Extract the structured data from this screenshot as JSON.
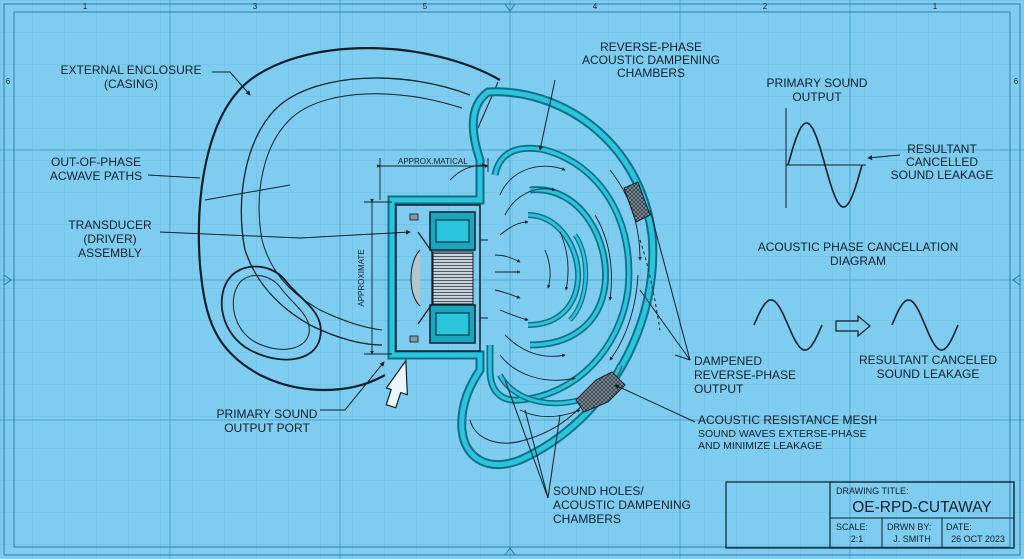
{
  "labels": {
    "external_enclosure": [
      "EXTERNAL ENCLOSURE",
      "(CASING)"
    ],
    "out_of_phase": [
      "OUT-OF-PHASE",
      "ACWAVE PATHS"
    ],
    "transducer": [
      "TRANSDUCER",
      "(DRIVER)",
      "ASSEMBLY"
    ],
    "primary_port": [
      "PRIMARY SOUND",
      "OUTPUT PORT"
    ],
    "reverse_phase_chambers": [
      "REVERSE-PHASE",
      "ACOUSTIC DAMPENING",
      "CHAMBERS"
    ],
    "dampened_output": [
      "DAMPENED",
      "REVERSE-PHASE",
      "OUTPUT"
    ],
    "resistance_mesh": [
      "ACOUSTIC RESISTANCE MESH",
      "SOUND WAVES EXTERSE-PHASE",
      "AND MINIMIZE LEAKAGE"
    ],
    "sound_holes": [
      "SOUND HOLES/",
      "ACOUSTIC DAMPENING",
      "CHAMBERS"
    ],
    "approx_vertical": "APPROX.MATICAL",
    "approx_horizontal": "APPROXIMATE"
  },
  "diagram_panel": {
    "primary_output": [
      "PRIMARY SOUND",
      "OUTPUT"
    ],
    "resultant_top": [
      "RESULTANT",
      "CANCELLED",
      "SOUND LEAKAGE"
    ],
    "title": [
      "ACOUSTIC PHASE CANCELLATION",
      "DIAGRAM"
    ],
    "resultant_bottom": [
      "RESULTANT CANCELED",
      "SOUND LEAKAGE"
    ]
  },
  "title_block": {
    "drawing_title_label": "DRAWING TITLE:",
    "drawing_title": "OE-RPD-CUTAWAY",
    "scale_label": "SCALE:",
    "scale": "2:1",
    "drawn_by_label": "DRWN BY:",
    "drawn_by": "J. SMITH",
    "date_label": "DATE:",
    "date": "26 OCT 2023"
  },
  "border_top_numbers": [
    "1",
    "3",
    "5",
    "4",
    "2",
    "1"
  ],
  "border_left_numbers": [
    "6"
  ],
  "colors": {
    "background": "#7ecdf0",
    "grid": "#5fb2d8",
    "ink": "#0c1e2a",
    "teal": "#1aa6bd",
    "teal_dark": "#0f6f86"
  }
}
